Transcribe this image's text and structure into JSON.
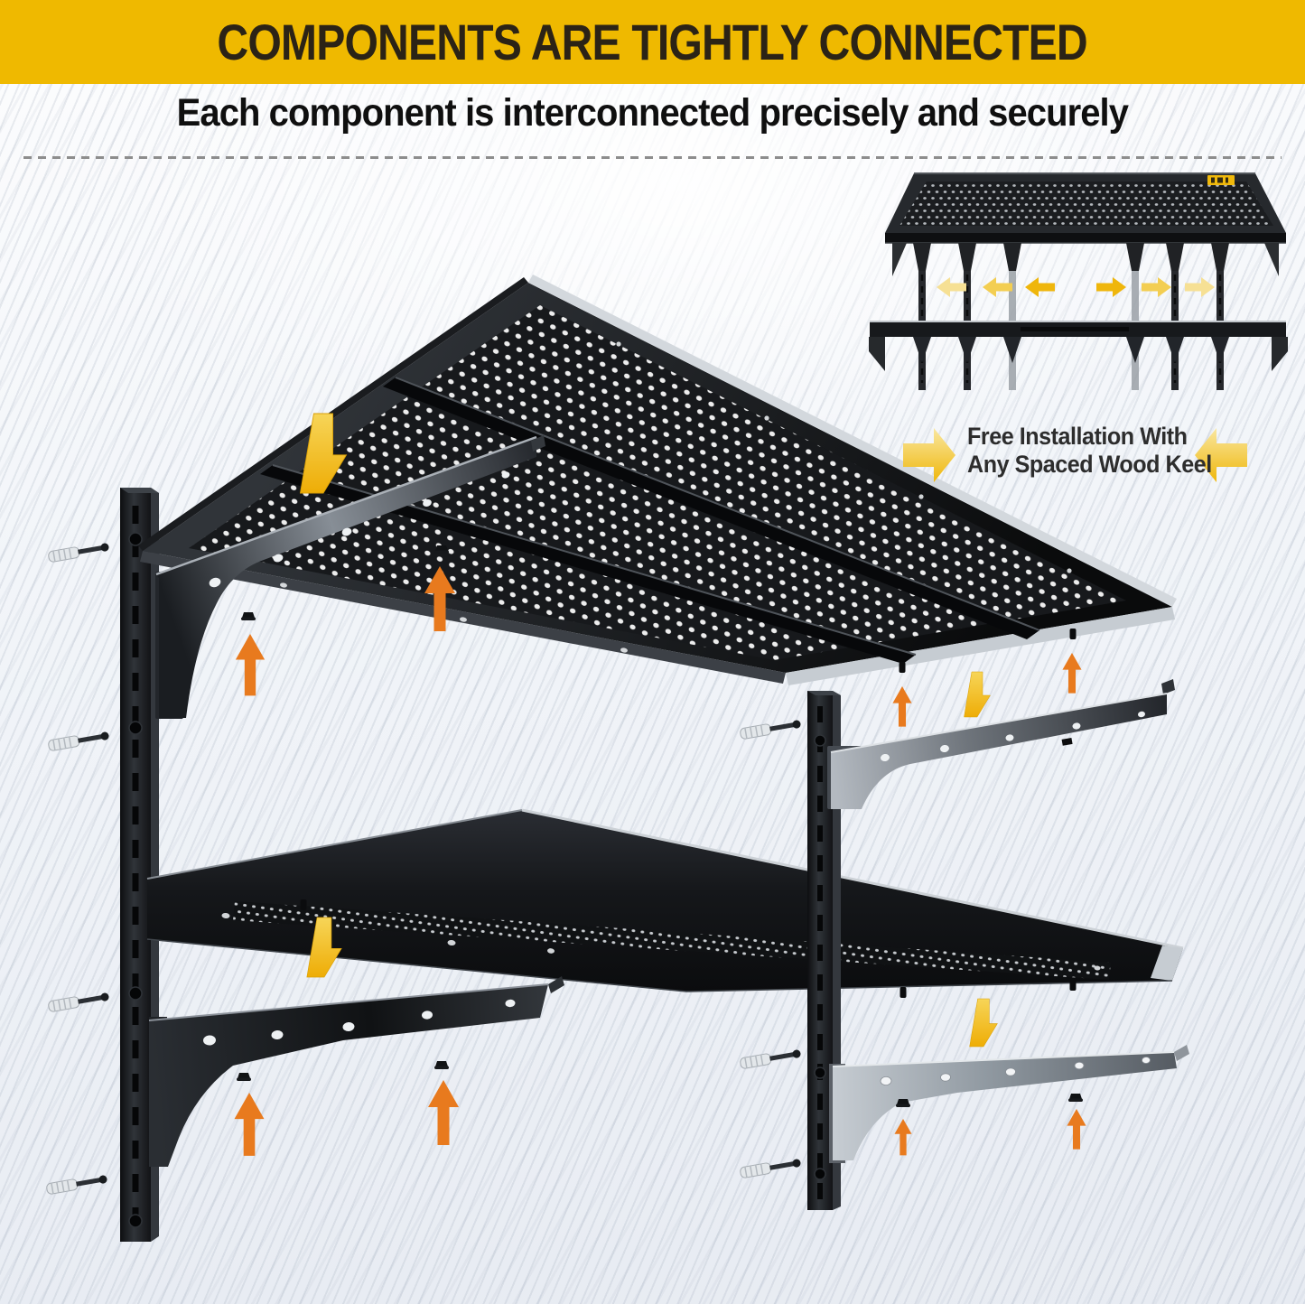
{
  "banner": {
    "title": "COMPONENTS ARE TIGHTLY CONNECTED",
    "background": "#EFB900",
    "text_color": "#2B2316"
  },
  "subtitle": {
    "text": "Each component is interconnected precisely and securely",
    "text_color": "#0F0F0F"
  },
  "divider": {
    "style": "dashed",
    "color": "#8D8D8D"
  },
  "inset": {
    "caption": {
      "line1": "Free Installation With",
      "line2": "Any Spaced Wood Keel",
      "text_color": "#2D2D2D"
    },
    "brand_badge": {
      "background": "#F0B90B"
    },
    "rail_count": 6,
    "spacing_arrows": {
      "count": 6,
      "left_colors": [
        "#F6E094",
        "#F3CE52",
        "#EFB60C"
      ],
      "right_colors": [
        "#EFB60C",
        "#F3CE52",
        "#F6E094"
      ]
    },
    "caption_arrows": {
      "count": 2,
      "color_top": "#F9E7A0",
      "color_bottom": "#EFB70B"
    }
  },
  "diagram": {
    "background_base": "#EEF1F6",
    "orange_up_arrows": {
      "count": 8,
      "color": "#E87A1E",
      "glyph": "↑"
    },
    "yellow_down_arrows": {
      "count": 4,
      "color": "#F0BC10",
      "glyph": "↓"
    },
    "parts_palette": {
      "metal_black": "#15171A",
      "metal_silver": "#C9CED3"
    }
  }
}
